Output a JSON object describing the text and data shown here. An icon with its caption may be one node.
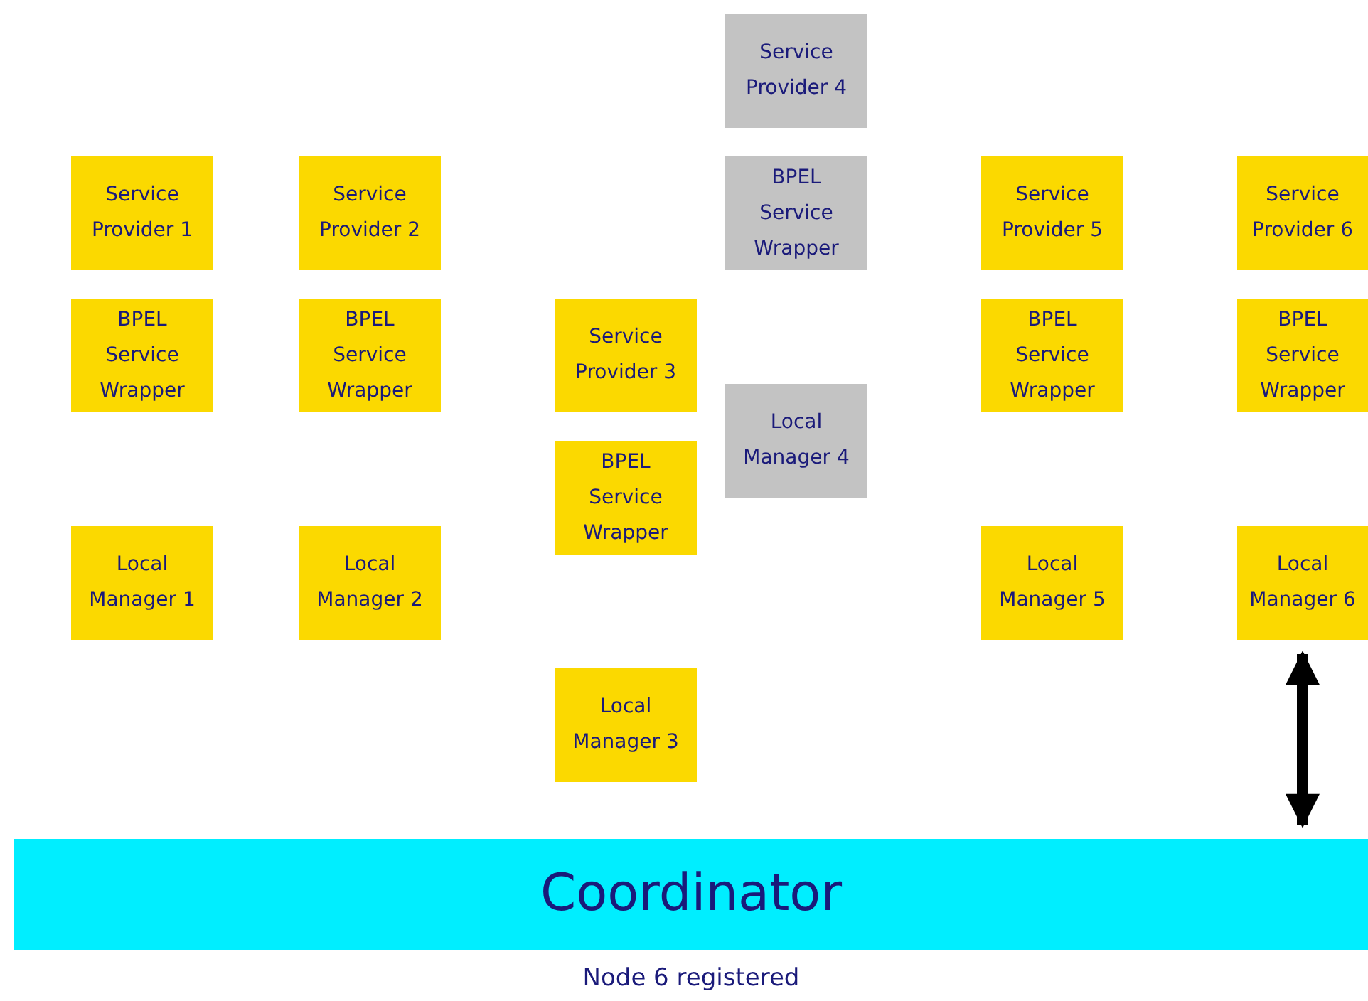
{
  "diagram": {
    "nodes": [
      {
        "text": [
          "Service Provider 4"
        ]
      },
      {
        "text": [
          "Service Provider 1"
        ]
      },
      {
        "text": [
          "Service Provider 2"
        ]
      },
      {
        "text": [
          "BPEL Service Wrapper"
        ]
      },
      {
        "text": [
          "Service Provider 5"
        ]
      },
      {
        "text": [
          "Service Provider 6"
        ]
      },
      {
        "text": [
          "BPEL Service Wrapper"
        ]
      },
      {
        "text": [
          "BPEL Service Wrapper"
        ]
      },
      {
        "text": [
          "Service Provider 3"
        ]
      },
      {
        "text": [
          "BPEL Service Wrapper"
        ]
      },
      {
        "text": [
          "BPEL Service Wrapper"
        ]
      },
      {
        "text": [
          "Local Manager 4"
        ]
      },
      {
        "text": [
          "BPEL Service Wrapper"
        ]
      },
      {
        "text": [
          "Local Manager 1"
        ]
      },
      {
        "text": [
          "Local Manager 2"
        ]
      },
      {
        "text": [
          "Local Manager 5"
        ]
      },
      {
        "text": [
          "Local Manager 6"
        ]
      },
      {
        "text": [
          "Local Manager 3"
        ]
      },
      {
        "text": [
          "Coordinator"
        ],
        "beside": [
          "Node 6 registered"
        ]
      }
    ],
    "edges": [
      {
        "from": 16,
        "to": 18,
        "arrow": "both"
      }
    ]
  }
}
